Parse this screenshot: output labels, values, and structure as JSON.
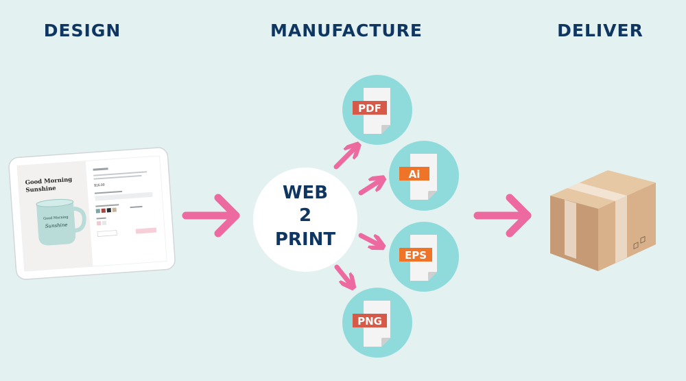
{
  "stages": {
    "design": "DESIGN",
    "manufacture": "MANUFACTURE",
    "deliver": "DELIVER"
  },
  "hub": {
    "line1": "WEB",
    "line2": "2",
    "line3": "PRINT"
  },
  "file_types": [
    {
      "label": "PDF",
      "color": "#d75a48"
    },
    {
      "label": "Ai",
      "color": "#ef7428"
    },
    {
      "label": "EPS",
      "color": "#ef7428"
    },
    {
      "label": "PNG",
      "color": "#d75a48"
    }
  ],
  "tablet": {
    "product_title_1": "Good Morning",
    "product_title_2": "Sunshine",
    "price": "$16.00",
    "mug_text_1": "Good Morning",
    "mug_text_2": "Sunshine"
  },
  "colors": {
    "background": "#e3f1f1",
    "heading": "#0f3561",
    "arrow": "#ec6a9f",
    "file_circle": "#8fdbdc",
    "hub_circle": "#ffffff",
    "box": "#c9a07a"
  }
}
